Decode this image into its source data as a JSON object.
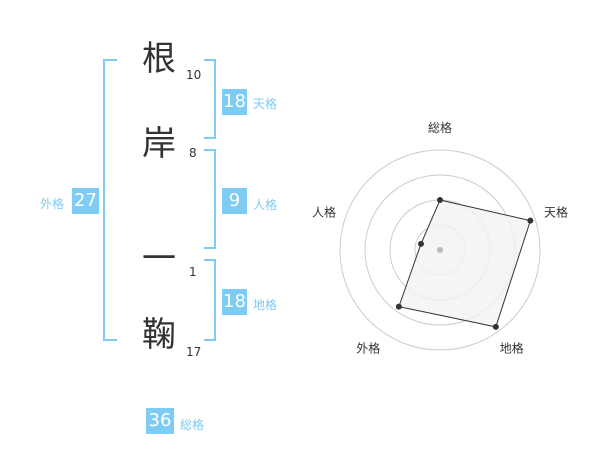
{
  "name": {
    "chars": [
      {
        "char": "根",
        "strokes": "10"
      },
      {
        "char": "岸",
        "strokes": "8"
      },
      {
        "char": "一",
        "strokes": "1"
      },
      {
        "char": "鞠",
        "strokes": "17"
      }
    ]
  },
  "kaku": {
    "tenkaku": {
      "label": "天格",
      "value": "18"
    },
    "jinkaku": {
      "label": "人格",
      "value": "9"
    },
    "chikaku": {
      "label": "地格",
      "value": "18"
    },
    "gaikaku": {
      "label": "外格",
      "value": "27"
    },
    "soukaku": {
      "label": "総格",
      "value": "36"
    }
  },
  "radar": {
    "axes": [
      "総格",
      "天格",
      "地格",
      "外格",
      "人格"
    ],
    "levels": [
      0.5,
      0.95,
      0.95,
      0.7,
      0.2
    ]
  },
  "colors": {
    "accent": "#7ecbf3",
    "text": "#333333",
    "grid": "#cccccc",
    "radar_fill": "#f2f2f2",
    "radar_line": "#333333"
  }
}
